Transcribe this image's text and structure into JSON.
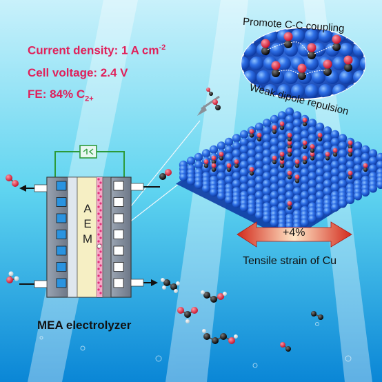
{
  "metrics": {
    "current_density": {
      "text": "Current density: 1 A cm",
      "sup": "-2"
    },
    "cell_voltage": {
      "text": "Cell voltage: 2.4 V"
    },
    "fe": {
      "text": "FE: 84% C",
      "sub": "2+"
    }
  },
  "diagram": {
    "device_label": "MEA electrolyzer",
    "membrane_letters": [
      "A",
      "E",
      "M"
    ],
    "strain_value": "+4%",
    "strain_label": "Tensile strain of Cu",
    "inset_top_label": "Promote C-C coupling",
    "inset_bottom_label": "Weak dipole repulsion"
  },
  "colors": {
    "metric_text": "#e0205a",
    "copper_sphere": "#1f5ad8",
    "oxygen": "#e3203a",
    "carbon": "#1a1a1a",
    "arrow_fill": "#c8201e",
    "aem_fill": "#f6efc4",
    "water_top": "#5fd4f0",
    "water_bottom": "#0a86d6"
  }
}
